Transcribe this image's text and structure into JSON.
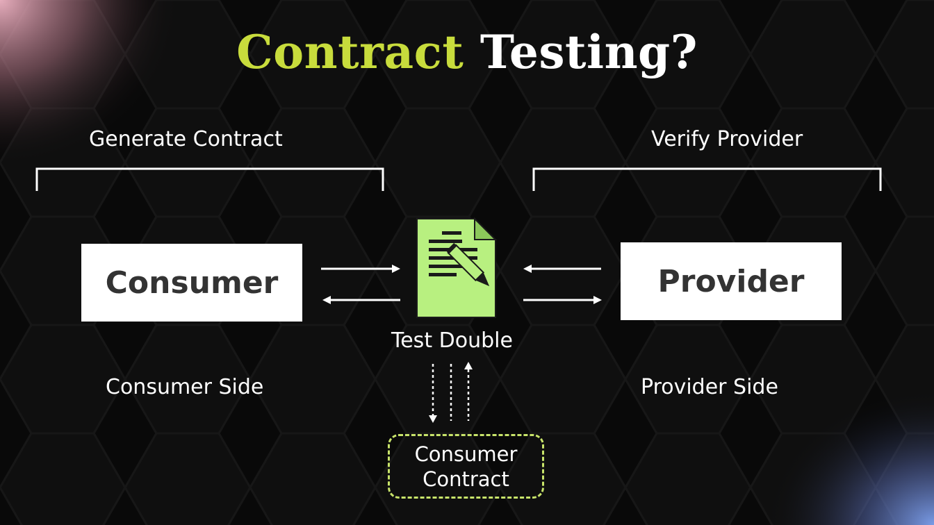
{
  "slide": {
    "title_accent": "Contract",
    "title_rest": "Testing?",
    "generate_label": "Generate Contract",
    "verify_label": "Verify Provider",
    "consumer_box": "Consumer",
    "provider_box": "Provider",
    "test_double_label": "Test Double",
    "consumer_side_label": "Consumer Side",
    "provider_side_label": "Provider Side",
    "contract_line1": "Consumer",
    "contract_line2": "Contract"
  },
  "colors": {
    "accent": "#c8dc3c",
    "document_green": "#b8f080",
    "dashed_border": "#c8e46a",
    "box_fill": "#ffffff",
    "box_text": "#333333",
    "background": "#0c0c0c"
  },
  "icons": {
    "document": "document-with-pen-icon"
  }
}
